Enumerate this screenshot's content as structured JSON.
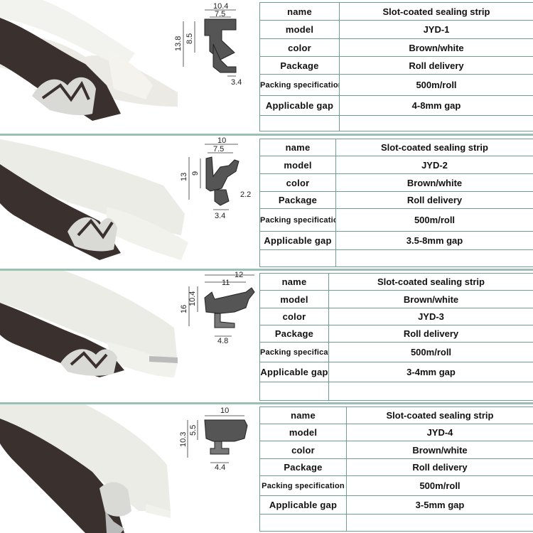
{
  "products": [
    {
      "rows": [
        {
          "label": "name",
          "value": "Slot-coated sealing strip"
        },
        {
          "label": "model",
          "value": "JYD-1"
        },
        {
          "label": "color",
          "value": "Brown/white"
        },
        {
          "label": "Package",
          "value": "Roll delivery"
        },
        {
          "label": "Packing specification",
          "value": "500m/roll"
        },
        {
          "label": "Applicable gap",
          "value": "4-8mm gap"
        }
      ],
      "dims": [
        "10.4",
        "7.5",
        "8.5",
        "13.8",
        "3.4"
      ]
    },
    {
      "rows": [
        {
          "label": "name",
          "value": "Slot-coated sealing strip"
        },
        {
          "label": "model",
          "value": "JYD-2"
        },
        {
          "label": "color",
          "value": "Brown/white"
        },
        {
          "label": "Package",
          "value": "Roll delivery"
        },
        {
          "label": "Packing specification",
          "value": "500m/roll"
        },
        {
          "label": "Applicable gap",
          "value": "3.5-8mm gap"
        }
      ],
      "dims": [
        "10",
        "7.5",
        "9",
        "13",
        "2.2",
        "3.4"
      ]
    },
    {
      "rows": [
        {
          "label": "name",
          "value": "Slot-coated sealing strip"
        },
        {
          "label": "model",
          "value": "Brown/white"
        },
        {
          "label": "color",
          "value": "JYD-3"
        },
        {
          "label": "Package",
          "value": "Roll delivery"
        },
        {
          "label": "Packing specification",
          "value": "500m/roll"
        },
        {
          "label": "Applicable gap",
          "value": "3-4mm gap"
        }
      ],
      "dims": [
        "12",
        "11",
        "10.4",
        "16",
        "4.8"
      ]
    },
    {
      "rows": [
        {
          "label": "name",
          "value": "Slot-coated sealing strip"
        },
        {
          "label": "model",
          "value": "JYD-4"
        },
        {
          "label": "color",
          "value": "Brown/white"
        },
        {
          "label": "Package",
          "value": "Roll delivery"
        },
        {
          "label": "Packing specification",
          "value": "500m/roll"
        },
        {
          "label": "Applicable gap",
          "value": "3-5mm gap"
        }
      ],
      "dims": [
        "10",
        "5.5",
        "10.3",
        "4.4"
      ]
    }
  ],
  "colors": {
    "brown_strip": "#3a302d",
    "white_strip": "#eeeee8",
    "foam": "#d9d9d6",
    "grid_line": "#6f9e92",
    "separator": "#9bbfb5"
  }
}
